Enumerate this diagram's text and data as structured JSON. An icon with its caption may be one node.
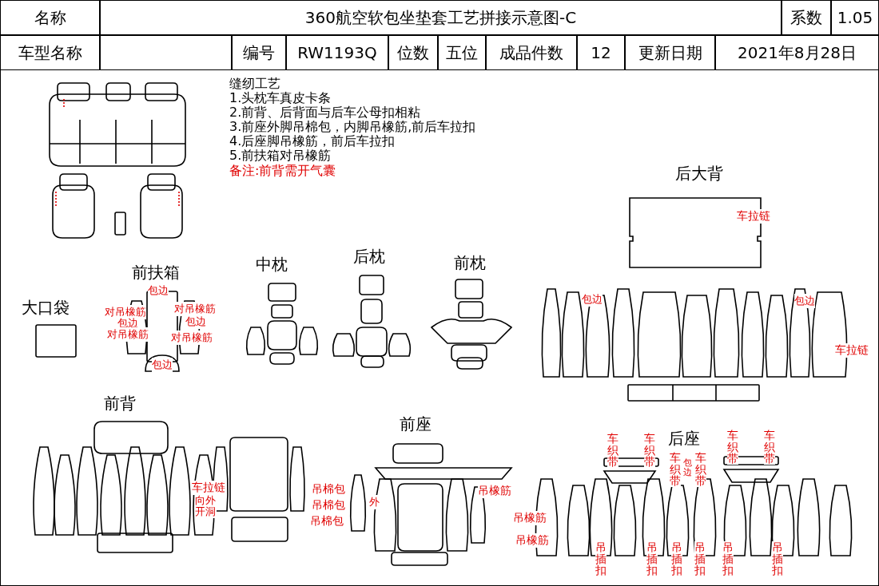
{
  "diagram": {
    "labels": [
      "名称",
      "360航空软包坐垫套工艺拼接示意图-C",
      "系数",
      "1.05",
      "车型名称",
      "编号",
      "RW1193Q",
      "位数",
      "五位",
      "成品件数",
      "12",
      "更新日期",
      "2021年8月28日",
      "缝纫工艺",
      "1.头枕车真皮卡条",
      "2.前背、后背面与后车公母扣相粘",
      "3.前座外脚吊棉包，内脚吊橡筋,前后车拉扣",
      "4.后座脚吊橡筋，前后车拉扣",
      "5.前扶箱对吊橡筋",
      "备注:前背需开气囊",
      "后大背",
      "车拉链",
      "前扶箱",
      "中枕",
      "后枕",
      "前枕",
      "大口袋",
      "包边",
      "对吊橡筋",
      "包边",
      "对吊橡筋",
      "对吊橡筋",
      "包边",
      "对吊橡筋",
      "包边",
      "包边",
      "包边",
      "车拉链",
      "前背",
      "前座",
      "车拉链",
      "向外开洞",
      "吊棉包",
      "吊棉包",
      "吊棉包",
      "外",
      "吊橡筋",
      "后座",
      "吊橡筋",
      "吊橡筋",
      "车织带",
      "车织带",
      "车织带",
      "车织带",
      "车织带",
      "包边",
      "车织带",
      "吊插扣",
      "吊插扣",
      "吊插扣",
      "吊插扣",
      "吊插扣",
      "吊插扣"
    ]
  }
}
